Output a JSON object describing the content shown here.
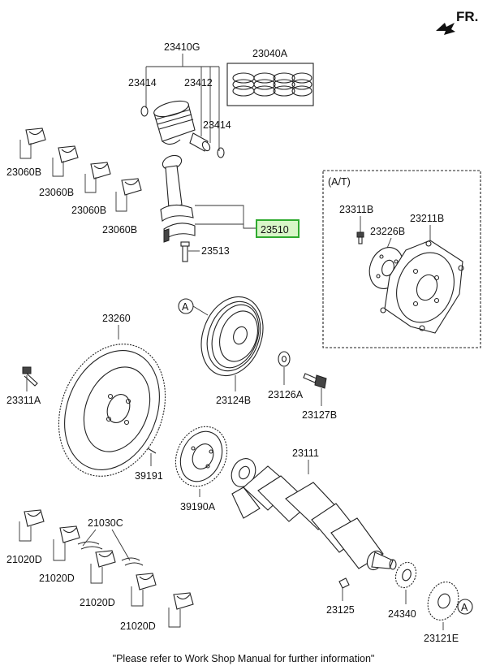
{
  "direction_label": "FR.",
  "at_group_label": "(A/T)",
  "reference_marker": "A",
  "highlight_color": "#d8f6c8",
  "parts": {
    "p23410G": "23410G",
    "p23040A": "23040A",
    "p23414a": "23414",
    "p23412": "23412",
    "p23414b": "23414",
    "p23060B_1": "23060B",
    "p23060B_2": "23060B",
    "p23060B_3": "23060B",
    "p23060B_4": "23060B",
    "p23510": "23510",
    "p23513": "23513",
    "p23311B": "23311B",
    "p23211B": "23211B",
    "p23226B": "23226B",
    "p23260": "23260",
    "p23311A": "23311A",
    "p23124B": "23124B",
    "p23126A": "23126A",
    "p23127B": "23127B",
    "p39191": "39191",
    "p39190A": "39190A",
    "p23111": "23111",
    "p21030C": "21030C",
    "p21020D_1": "21020D",
    "p21020D_2": "21020D",
    "p21020D_3": "21020D",
    "p21020D_4": "21020D",
    "p23125": "23125",
    "p24340": "24340",
    "p23121E": "23121E"
  },
  "footer_note": "\"Please refer to Work Shop Manual for further information\""
}
